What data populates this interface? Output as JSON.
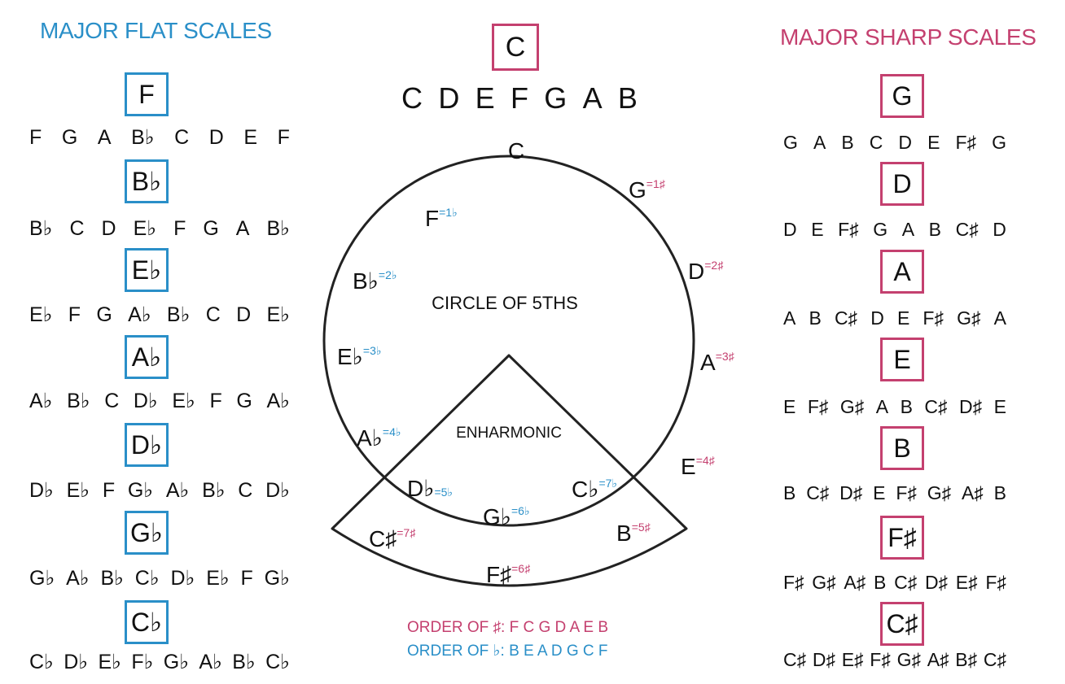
{
  "flat_heading": "MAJOR FLAT SCALES",
  "sharp_heading": "MAJOR SHARP SCALES",
  "center": {
    "key": "C",
    "notes": [
      "C",
      "D",
      "E",
      "F",
      "G",
      "A",
      "B"
    ]
  },
  "flat_scales": [
    {
      "key": "F",
      "notes": [
        "F",
        "G",
        "A",
        "B♭",
        "C",
        "D",
        "E",
        "F"
      ]
    },
    {
      "key": "B♭",
      "notes": [
        "B♭",
        "C",
        "D",
        "E♭",
        "F",
        "G",
        "A",
        "B♭"
      ]
    },
    {
      "key": "E♭",
      "notes": [
        "E♭",
        "F",
        "G",
        "A♭",
        "B♭",
        "C",
        "D",
        "E♭"
      ]
    },
    {
      "key": "A♭",
      "notes": [
        "A♭",
        "B♭",
        "C",
        "D♭",
        "E♭",
        "F",
        "G",
        "A♭"
      ]
    },
    {
      "key": "D♭",
      "notes": [
        "D♭",
        "E♭",
        "F",
        "G♭",
        "A♭",
        "B♭",
        "C",
        "D♭"
      ]
    },
    {
      "key": "G♭",
      "notes": [
        "G♭",
        "A♭",
        "B♭",
        "C♭",
        "D♭",
        "E♭",
        "F",
        "G♭"
      ]
    },
    {
      "key": "C♭",
      "notes": [
        "C♭",
        "D♭",
        "E♭",
        "F♭",
        "G♭",
        "A♭",
        "B♭",
        "C♭"
      ]
    }
  ],
  "sharp_scales": [
    {
      "key": "G",
      "notes": [
        "G",
        "A",
        "B",
        "C",
        "D",
        "E",
        "F♯",
        "G"
      ]
    },
    {
      "key": "D",
      "notes": [
        "D",
        "E",
        "F♯",
        "G",
        "A",
        "B",
        "C♯",
        "D"
      ]
    },
    {
      "key": "A",
      "notes": [
        "A",
        "B",
        "C♯",
        "D",
        "E",
        "F♯",
        "G♯",
        "A"
      ]
    },
    {
      "key": "E",
      "notes": [
        "E",
        "F♯",
        "G♯",
        "A",
        "B",
        "C♯",
        "D♯",
        "E"
      ]
    },
    {
      "key": "B",
      "notes": [
        "B",
        "C♯",
        "D♯",
        "E",
        "F♯",
        "G♯",
        "A♯",
        "B"
      ]
    },
    {
      "key": "F♯",
      "notes": [
        "F♯",
        "G♯",
        "A♯",
        "B",
        "C♯",
        "D♯",
        "E♯",
        "F♯"
      ]
    },
    {
      "key": "C♯",
      "notes": [
        "C♯",
        "D♯",
        "E♯",
        "F♯",
        "G♯",
        "A♯",
        "B♯",
        "C♯"
      ]
    }
  ],
  "circle": {
    "title": "CIRCLE OF 5THS",
    "enharmonic": "ENHARMONIC",
    "top": {
      "key": "C"
    },
    "sharps": [
      {
        "key": "G",
        "count": "=1♯"
      },
      {
        "key": "D",
        "count": "=2♯"
      },
      {
        "key": "A",
        "count": "=3♯"
      },
      {
        "key": "E",
        "count": "=4♯"
      },
      {
        "key": "B",
        "count": "=5♯"
      },
      {
        "key": "F♯",
        "count": "=6♯"
      },
      {
        "key": "C♯",
        "count": "=7♯"
      }
    ],
    "flats": [
      {
        "key": "F",
        "count": "=1♭"
      },
      {
        "key": "B♭",
        "count": "=2♭"
      },
      {
        "key": "E♭",
        "count": "=3♭"
      },
      {
        "key": "A♭",
        "count": "=4♭"
      },
      {
        "key": "D♭",
        "count": "=5♭"
      },
      {
        "key": "G♭",
        "count": "=6♭"
      },
      {
        "key": "C♭",
        "count": "=7♭"
      }
    ]
  },
  "order_sharps": "ORDER OF ♯: F C G D A E B",
  "order_flats": "ORDER OF ♭: B E A D G C F",
  "colors": {
    "flat": "#2a8fc8",
    "sharp": "#c4406f"
  }
}
